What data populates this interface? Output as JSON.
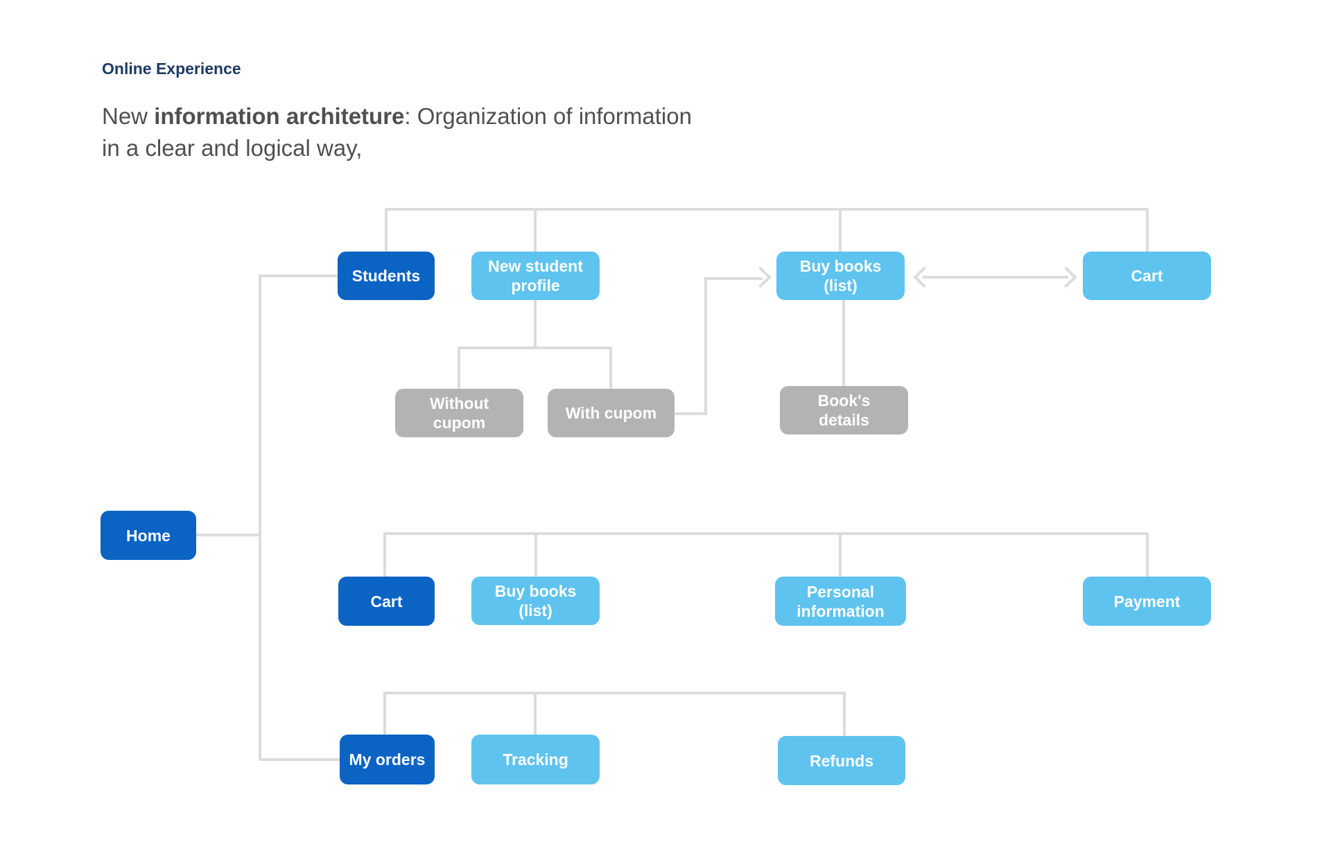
{
  "header": {
    "eyebrow": "Online Experience",
    "title_prefix": "New ",
    "title_bold": "information architeture",
    "title_suffix": ": Organization of information",
    "title_line2": "in a clear and logical way,"
  },
  "colors": {
    "primary": "#0B63C4",
    "secondary": "#5FC3EF",
    "muted": "#B3B3B3",
    "connector": "#DCDCDC",
    "eyebrow": "#1E3A63",
    "title": "#4F4F4F"
  },
  "diagram": {
    "nodes": [
      {
        "id": "home",
        "label": "Home",
        "variant": "primary"
      },
      {
        "id": "students",
        "label": "Students",
        "variant": "primary"
      },
      {
        "id": "new-student-profile",
        "label": "New student\nprofile",
        "variant": "secondary"
      },
      {
        "id": "buy-books-list-top",
        "label": "Buy books\n(list)",
        "variant": "secondary"
      },
      {
        "id": "cart-top",
        "label": "Cart",
        "variant": "secondary"
      },
      {
        "id": "without-cupom",
        "label": "Without\ncupom",
        "variant": "muted"
      },
      {
        "id": "with-cupom",
        "label": "With cupom",
        "variant": "muted"
      },
      {
        "id": "books-details",
        "label": "Book's\ndetails",
        "variant": "muted"
      },
      {
        "id": "cart",
        "label": "Cart",
        "variant": "primary"
      },
      {
        "id": "buy-books-list",
        "label": "Buy books\n(list)",
        "variant": "secondary"
      },
      {
        "id": "personal-information",
        "label": "Personal\ninformation",
        "variant": "secondary"
      },
      {
        "id": "payment",
        "label": "Payment",
        "variant": "secondary"
      },
      {
        "id": "my-orders",
        "label": "My orders",
        "variant": "primary"
      },
      {
        "id": "tracking",
        "label": "Tracking",
        "variant": "secondary"
      },
      {
        "id": "refunds",
        "label": "Refunds",
        "variant": "secondary"
      }
    ]
  }
}
